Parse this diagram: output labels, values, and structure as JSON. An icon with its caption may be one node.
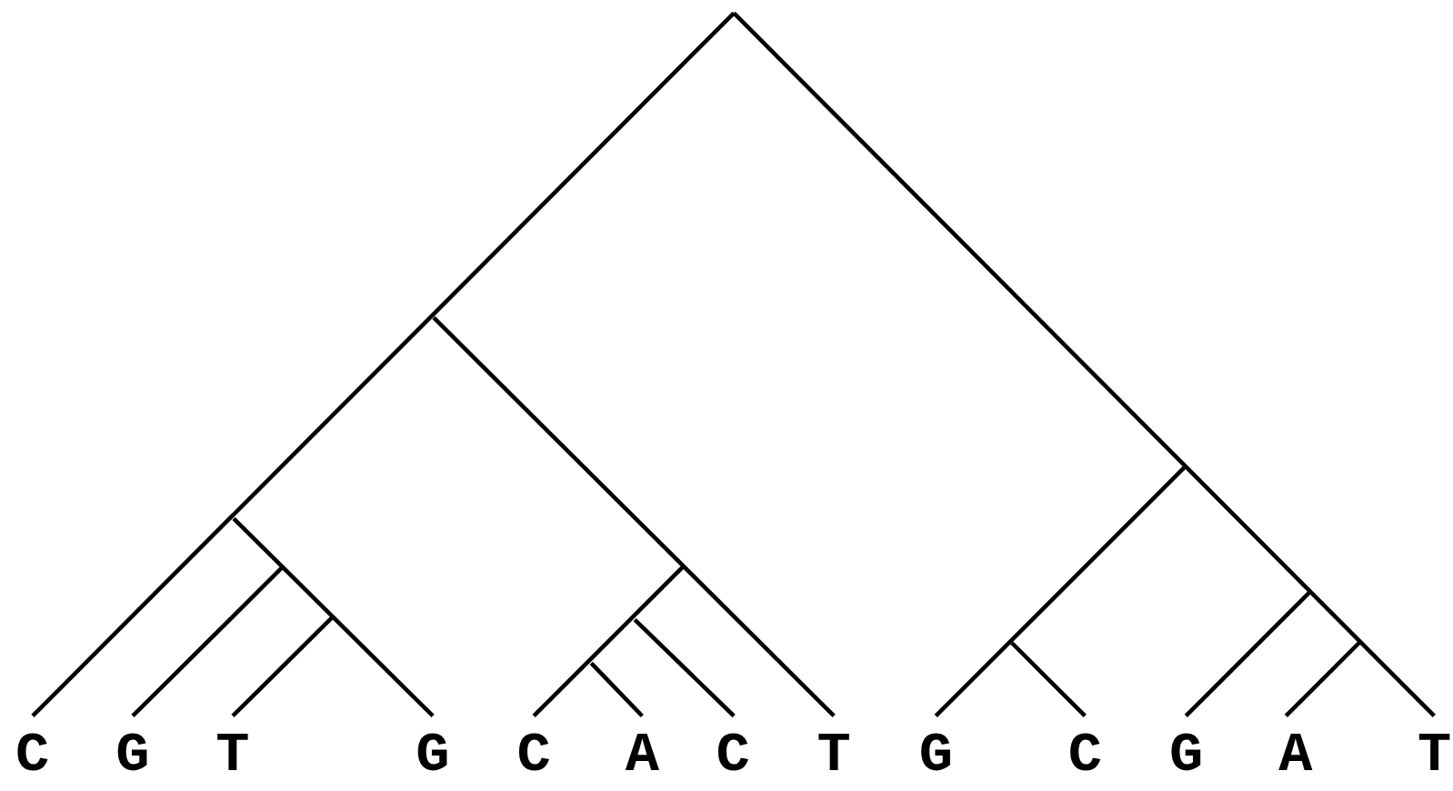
{
  "diagram": {
    "labels": [
      "C",
      "G",
      "T",
      "G",
      "C",
      "A",
      "C",
      "T",
      "G",
      "C",
      "G",
      "A",
      "T"
    ]
  }
}
